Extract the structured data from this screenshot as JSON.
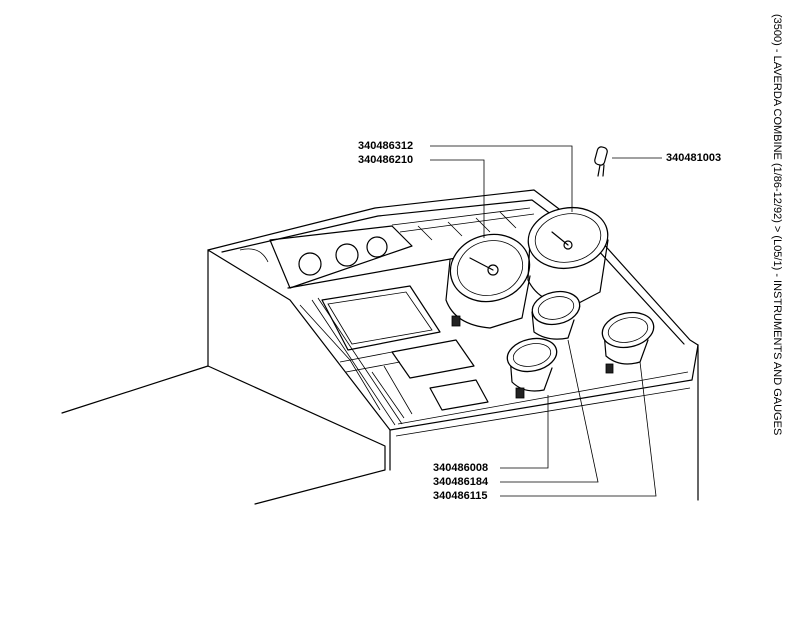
{
  "side_title": "(3500) - LAVERDA COMBINE (1/86-12/92) > (L05/1) - INSTRUMENTS AND GAUGES",
  "parts": {
    "p1": "340486312",
    "p2": "340486210",
    "p3": "340481003",
    "p4": "340486008",
    "p5": "340486184",
    "p6": "340486115"
  }
}
